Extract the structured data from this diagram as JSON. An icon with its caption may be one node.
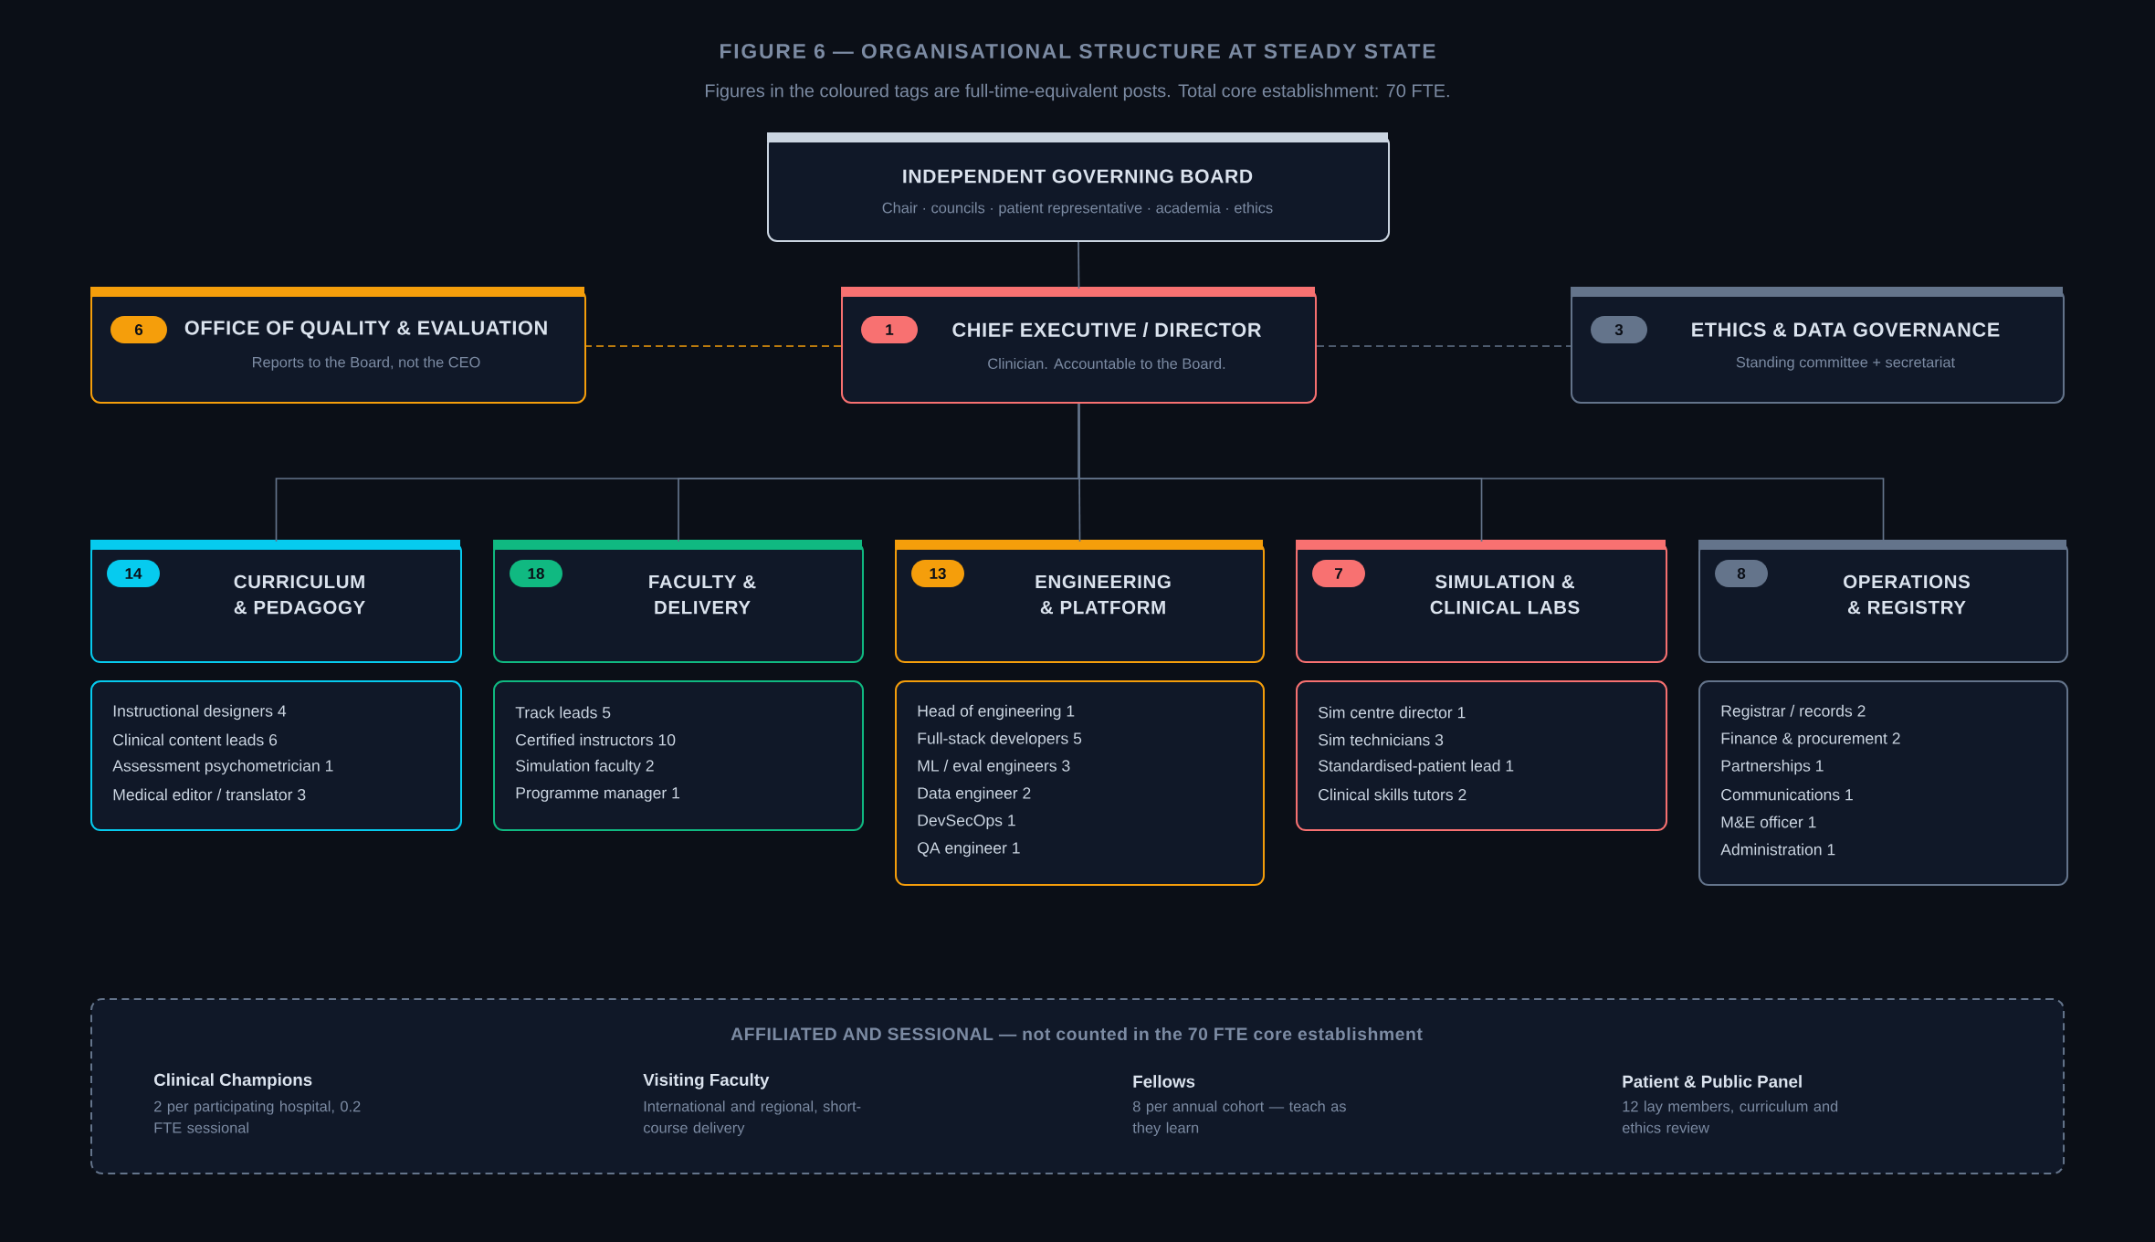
{
  "diagram": {
    "title": "FIGURE 6 — ORGANISATIONAL STRUCTURE AT STEADY STATE",
    "caption": "Figures in the coloured tags are full-time-equivalent posts. Total core establishment: 70 FTE.",
    "nodes": [
      {
        "text": [
          "INDEPENDENT GOVERNING BOARD",
          "Chair · councils · patient representative · academia · ethics"
        ]
      },
      {
        "text": [
          "6",
          "OFFICE OF QUALITY & EVALUATION",
          "Reports to the Board, not the CEO"
        ]
      },
      {
        "text": [
          "1",
          "CHIEF EXECUTIVE / DIRECTOR",
          "Clinician. Accountable to the Board."
        ]
      },
      {
        "text": [
          "3",
          "ETHICS & DATA GOVERNANCE",
          "Standing committee + secretariat"
        ]
      },
      {
        "text": [
          "14",
          "CURRICULUM & PEDAGOGY"
        ]
      },
      {
        "text": [
          "18",
          "FACULTY & DELIVERY"
        ]
      },
      {
        "text": [
          "13",
          "ENGINEERING & PLATFORM"
        ]
      },
      {
        "text": [
          "7",
          "SIMULATION & CLINICAL LABS"
        ]
      },
      {
        "text": [
          "8",
          "OPERATIONS & REGISTRY"
        ]
      },
      {
        "text": [
          "Instructional designers 4",
          "Clinical content leads 6",
          "Assessment psychometrician 1",
          "Medical editor / translator 3"
        ]
      },
      {
        "text": [
          "Track leads 5",
          "Certified instructors 10",
          "Simulation faculty 2",
          "Programme manager 1"
        ]
      },
      {
        "text": [
          "Head of engineering 1",
          "Full-stack developers 5",
          "ML / eval engineers 3",
          "Data engineer 2",
          "DevSecOps 1",
          "QA engineer 1"
        ]
      },
      {
        "text": [
          "Sim centre director 1",
          "Sim technicians 3",
          "Standardised-patient lead 1",
          "Clinical skills tutors 2"
        ]
      },
      {
        "text": [
          "Registrar / records 2",
          "Finance & procurement 2",
          "Partnerships 1",
          "Communications 1",
          "M&E officer 1",
          "Administration 1"
        ]
      },
      {
        "text": [
          "AFFILIATED AND SESSIONAL — not counted in the 70 FTE core establishment",
          "Clinical Champions",
          "2 per participating hospital, 0.2 FTE sessional",
          "Visiting Faculty",
          "International and regional, short-course delivery",
          "Fellows",
          "8 per annual cohort — teach as they learn",
          "Patient & Public Panel",
          "12 lay members, curriculum and ethics review"
        ]
      }
    ],
    "edges": [
      {
        "from": 0,
        "to": 2,
        "arrow": "none"
      },
      {
        "from": 2,
        "to": 1,
        "arrow": "none",
        "style": "dashed",
        "color": "#f59e0b"
      },
      {
        "from": 2,
        "to": 3,
        "arrow": "none",
        "style": "dashed"
      },
      {
        "from": 2,
        "to": 4,
        "arrow": "none"
      },
      {
        "from": 2,
        "to": 5,
        "arrow": "none"
      },
      {
        "from": 2,
        "to": 6,
        "arrow": "none"
      },
      {
        "from": 2,
        "to": 7,
        "arrow": "none"
      },
      {
        "from": 2,
        "to": 8,
        "arrow": "none"
      }
    ]
  }
}
